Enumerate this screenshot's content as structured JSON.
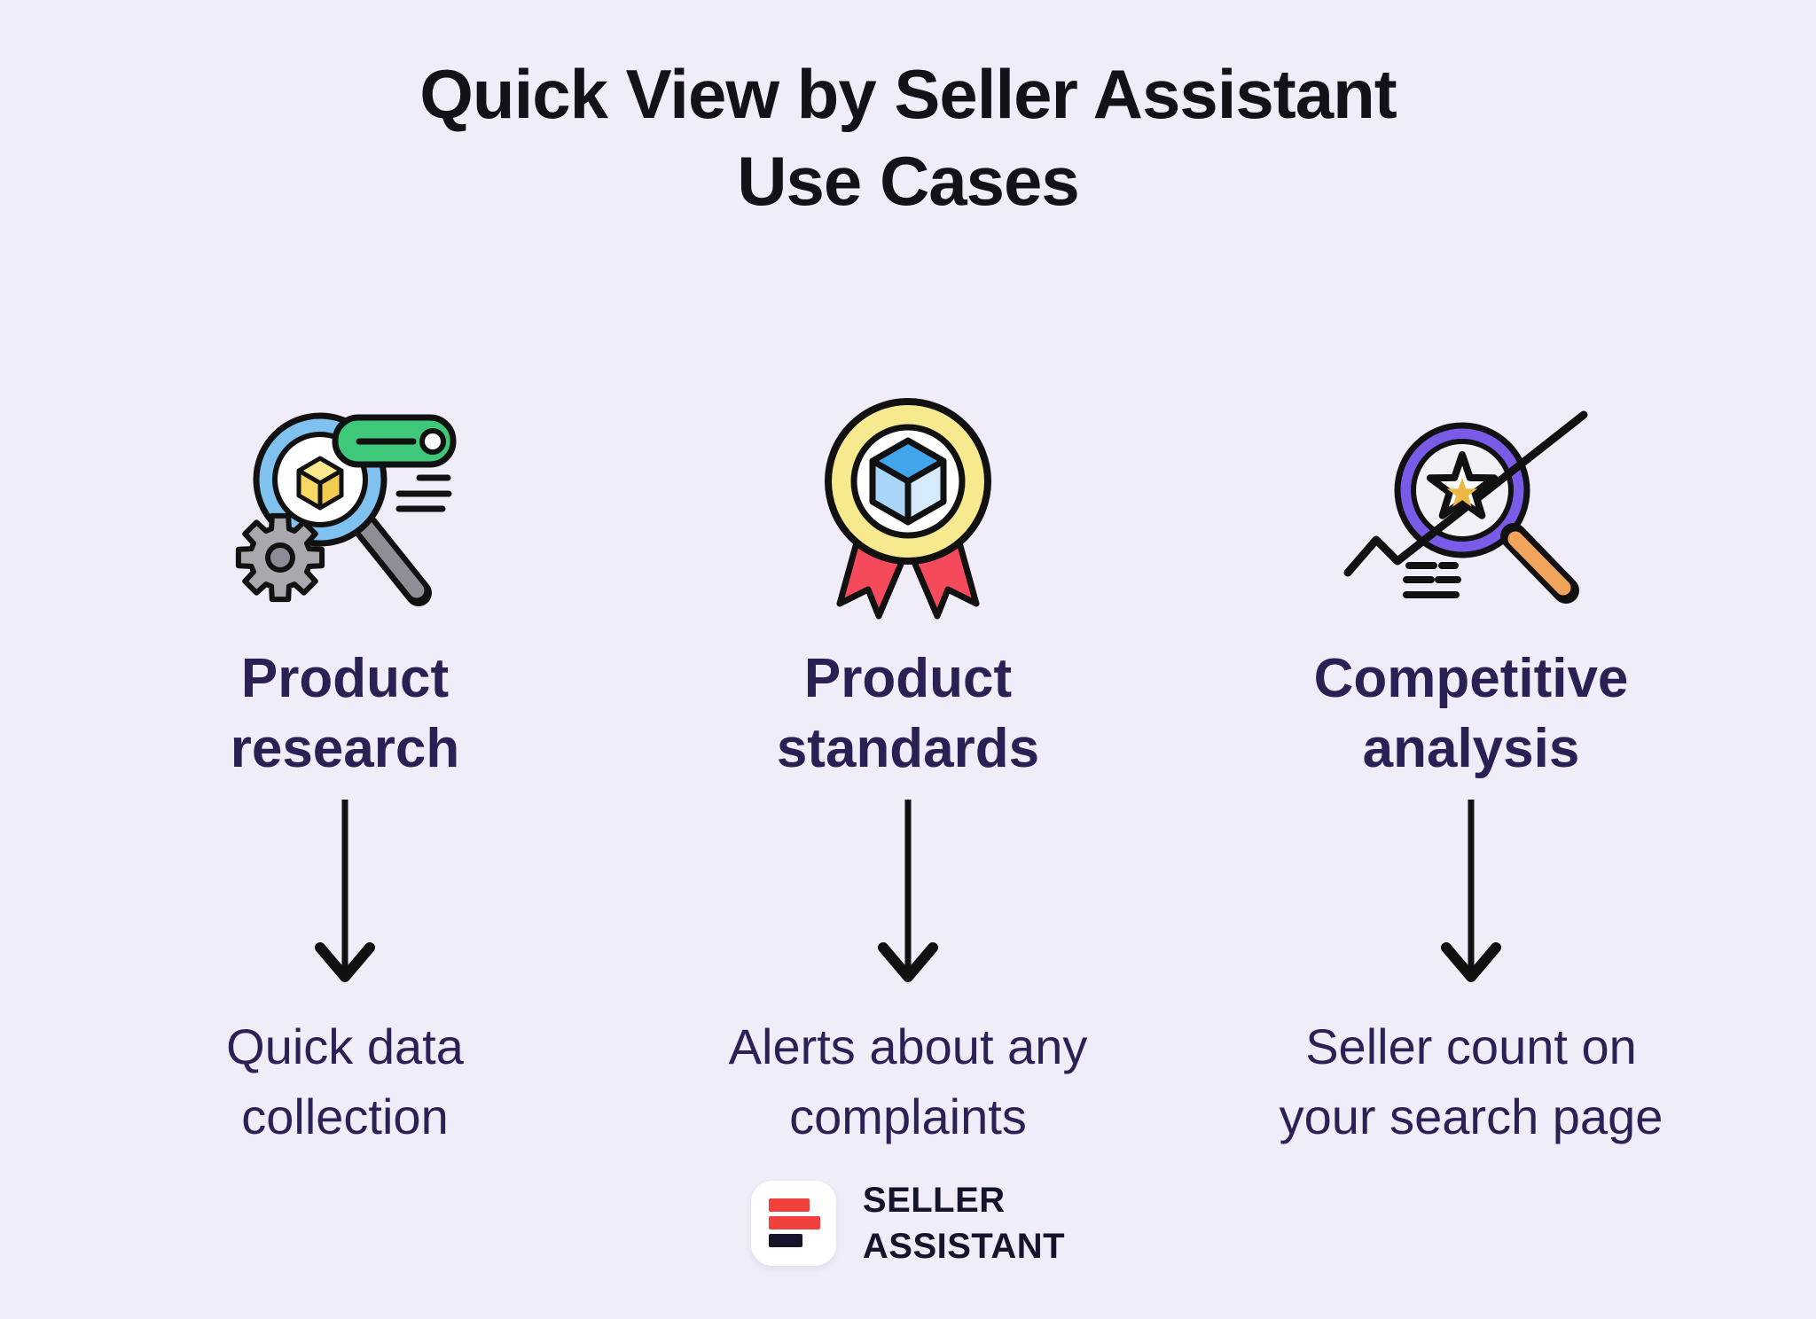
{
  "title": "Quick View by Seller Assistant\nUse Cases",
  "columns": [
    {
      "icon": "product-research-icon",
      "heading": "Product\nresearch",
      "description": "Quick data\ncollection"
    },
    {
      "icon": "product-standards-icon",
      "heading": "Product\nstandards",
      "description": "Alerts about any\ncomplaints"
    },
    {
      "icon": "competitive-analysis-icon",
      "heading": "Competitive\nanalysis",
      "description": "Seller count on\nyour search page"
    }
  ],
  "logo": {
    "name": "SELLER\nASSISTANT"
  },
  "colors": {
    "background": "#F0EDF9",
    "title": "#141119",
    "heading": "#2B2053",
    "description": "#2B2155",
    "arrow": "#111111",
    "logo_red": "#F2413D",
    "logo_dark": "#16152B",
    "magnifier_blue": "#7FC2F0",
    "pill_green": "#3EC879",
    "cube_yellow": "#F7D964",
    "gear_gray": "#A8A8AE",
    "medal_yellow": "#F7E98E",
    "ribbon_red": "#F5495C",
    "medal_cube_blue": "#41A5EC",
    "ring_purple": "#7A5BE8",
    "star_gold": "#EBB843",
    "handle_orange": "#F1A45B"
  }
}
